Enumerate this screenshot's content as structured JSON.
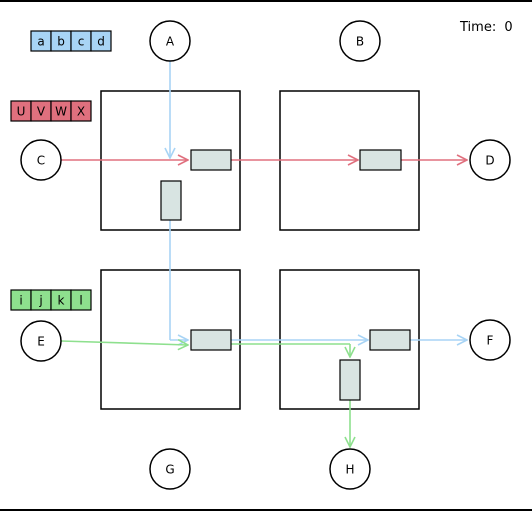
{
  "time": {
    "label": "Time:",
    "value": "0"
  },
  "nodes": {
    "A": "A",
    "B": "B",
    "C": "C",
    "D": "D",
    "E": "E",
    "F": "F",
    "G": "G",
    "H": "H"
  },
  "queues": {
    "blue": {
      "tokens": [
        "a",
        "b",
        "c",
        "d"
      ],
      "color": "#a8d4f5"
    },
    "red": {
      "tokens": [
        "U",
        "V",
        "W",
        "X"
      ],
      "color": "#e0707e"
    },
    "green": {
      "tokens": [
        "i",
        "j",
        "k",
        "l"
      ],
      "color": "#8ee08e"
    }
  },
  "colors": {
    "blue_flow": "#a8d4f5",
    "red_flow": "#e0707e",
    "green_flow": "#8ee08e",
    "slot_fill": "#d8e4e2",
    "outline": "#000000"
  }
}
